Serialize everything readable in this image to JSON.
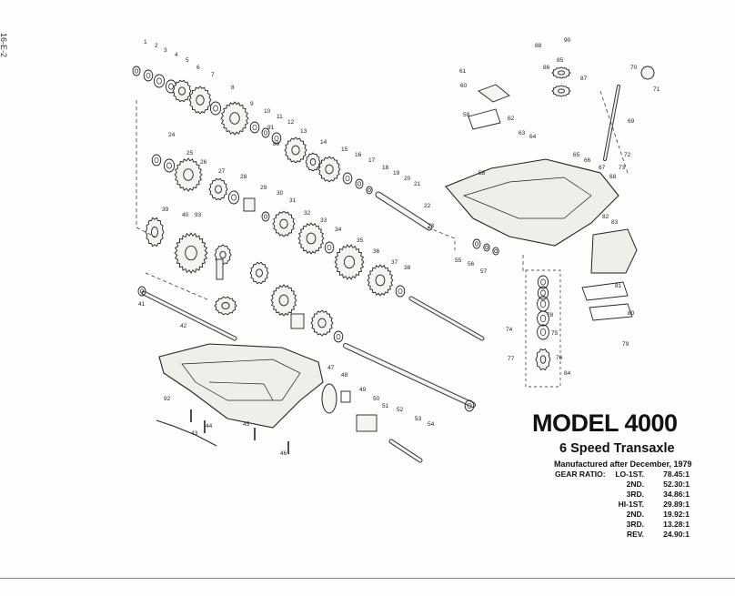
{
  "page_code": "16-E-2",
  "model": "MODEL 4000",
  "subtitle": "6 Speed Transaxle",
  "manufactured": "Manufactured after December, 1979",
  "gear_ratio_heading": "GEAR RATIO:",
  "gear_ratios": [
    {
      "gear": "LO-1ST.",
      "ratio": "78.45:1"
    },
    {
      "gear": "2ND.",
      "ratio": "52.30:1"
    },
    {
      "gear": "3RD.",
      "ratio": "34.86:1"
    },
    {
      "gear": "HI-1ST.",
      "ratio": "29.89:1"
    },
    {
      "gear": "2ND.",
      "ratio": "19.92:1"
    },
    {
      "gear": "3RD.",
      "ratio": "13.28:1"
    },
    {
      "gear": "REV.",
      "ratio": "24.90:1"
    }
  ],
  "part_callouts": [
    "1",
    "2",
    "3",
    "4",
    "5",
    "6",
    "7",
    "8",
    "9",
    "10",
    "11",
    "12",
    "13",
    "14",
    "15",
    "16",
    "17",
    "18",
    "19",
    "20",
    "21",
    "22",
    "23",
    "24",
    "25",
    "26",
    "27",
    "28",
    "29",
    "30",
    "31",
    "32",
    "33",
    "34",
    "35",
    "36",
    "37",
    "38",
    "39",
    "40",
    "41",
    "42",
    "43",
    "44",
    "45",
    "46",
    "47",
    "48",
    "49",
    "50",
    "51",
    "52",
    "53",
    "54",
    "55",
    "56",
    "57",
    "58",
    "59",
    "60",
    "61",
    "62",
    "63",
    "64",
    "65",
    "66",
    "67",
    "68",
    "69",
    "70",
    "71",
    "72",
    "73",
    "74",
    "75",
    "76",
    "77",
    "78",
    "79",
    "80",
    "81",
    "82",
    "83",
    "84",
    "85",
    "86",
    "87",
    "88",
    "89",
    "90",
    "91",
    "92",
    "93"
  ]
}
